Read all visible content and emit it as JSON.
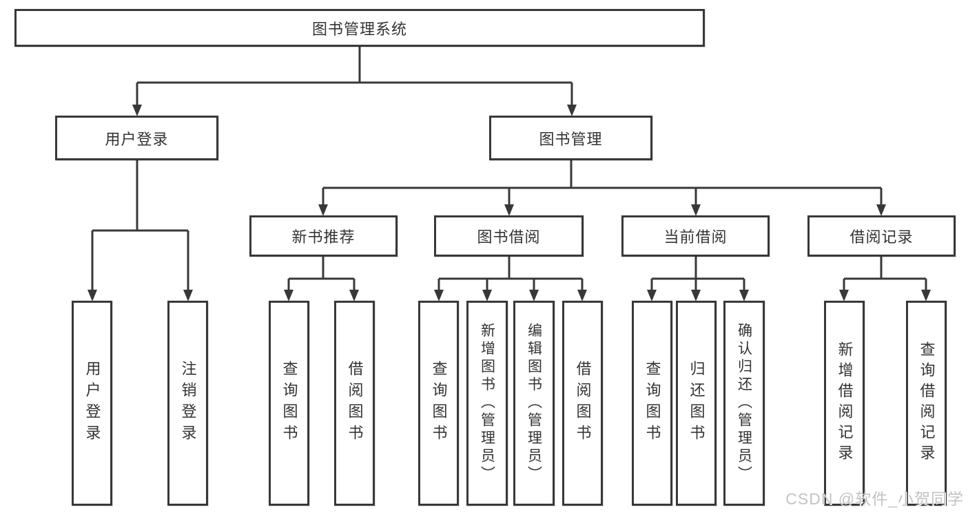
{
  "diagram": {
    "root": "图书管理系统",
    "user_login": {
      "label": "用户登录",
      "children": {
        "login": "用户登录",
        "logout": "注销登录"
      }
    },
    "book_mgmt": {
      "label": "图书管理",
      "sections": {
        "new_books": {
          "label": "新书推荐",
          "children": {
            "query_book": "查询图书",
            "borrow_book": "借阅图书"
          }
        },
        "borrowing": {
          "label": "图书借阅",
          "children": {
            "query_book": "查询图书",
            "add_book": "新增图书（管理员）",
            "edit_book": "编辑图书（管理员）",
            "borrow_book": "借阅图书"
          }
        },
        "current": {
          "label": "当前借阅",
          "children": {
            "query_book": "查询图书",
            "return_book": "归还图书",
            "confirm_return": "确认归还（管理员）"
          }
        },
        "records": {
          "label": "借阅记录",
          "children": {
            "add_record": "新增借阅记录",
            "query_record": "查询借阅记录"
          }
        }
      }
    }
  },
  "watermark": "CSDN @软件_小贺同学",
  "colors": {
    "line": "#383838",
    "text": "#333333",
    "watermark": "#c3c3c3",
    "background": "#ffffff"
  }
}
